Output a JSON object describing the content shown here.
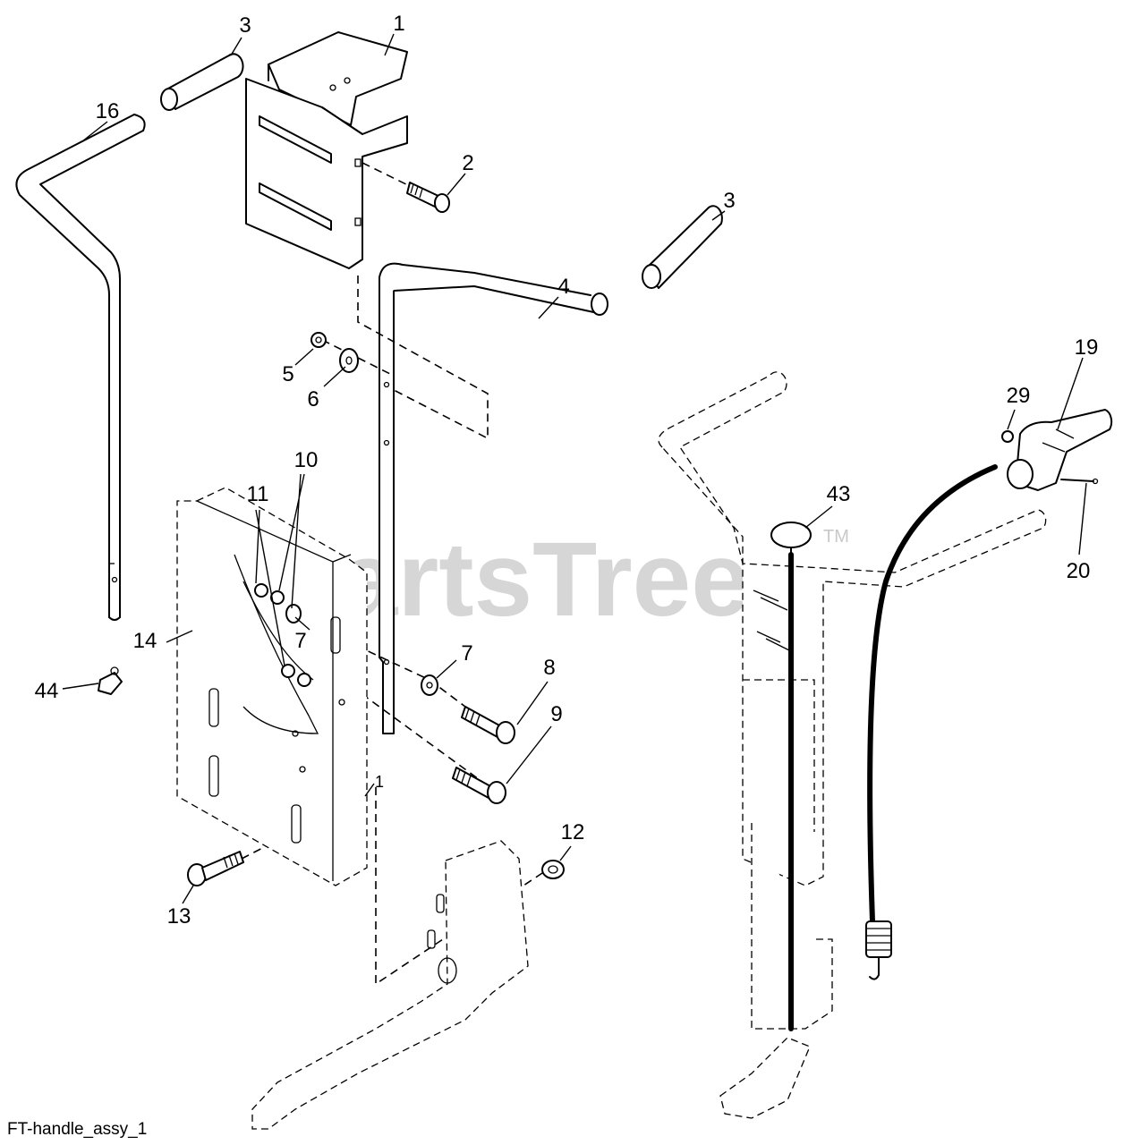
{
  "diagram": {
    "watermark": "PartsTree",
    "watermark_mark": "TM",
    "caption": "FT-handle_assy_1",
    "callouts": {
      "c1": "1",
      "c2": "2",
      "c3a": "3",
      "c3b": "3",
      "c4": "4",
      "c5": "5",
      "c6": "6",
      "c7a": "7",
      "c7b": "7",
      "c8": "8",
      "c9": "9",
      "c10": "10",
      "c11": "11",
      "c12": "12",
      "c13": "13",
      "c14": "14",
      "c16": "16",
      "c19": "19",
      "c20": "20",
      "c29": "29",
      "c43": "43",
      "c44": "44",
      "c1b": "1"
    }
  }
}
